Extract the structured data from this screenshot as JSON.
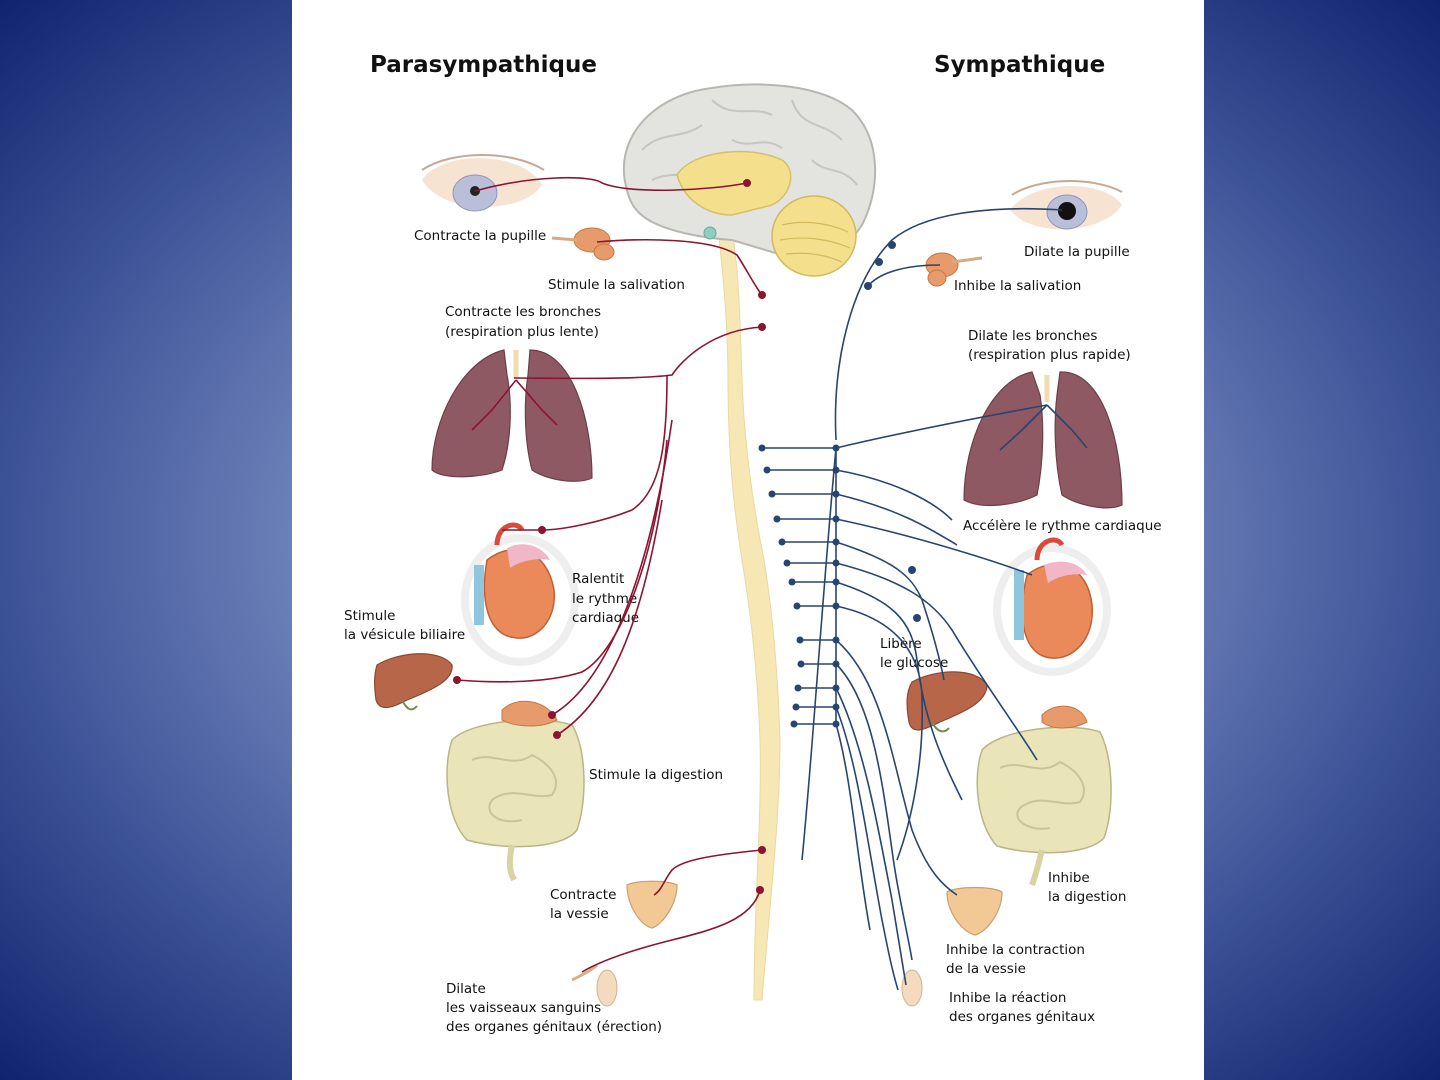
{
  "headings": {
    "left": "Parasympathique",
    "right": "Sympathique"
  },
  "parasympathetic_labels": {
    "pupil": "Contracte la pupille",
    "salivation": "Stimule la salivation",
    "bronchi_1": "Contracte les bronches",
    "bronchi_2": "(respiration plus lente)",
    "heart_1": "Ralentit",
    "heart_2": "le rythme",
    "heart_3": "cardiaque",
    "gallbladder_1": "Stimule",
    "gallbladder_2": "la vésicule biliaire",
    "digestion": "Stimule la digestion",
    "bladder_1": "Contracte",
    "bladder_2": "la vessie",
    "genital_1": "Dilate",
    "genital_2": "les vaisseaux sanguins",
    "genital_3": "des organes génitaux (érection)"
  },
  "sympathetic_labels": {
    "pupil": "Dilate la pupille",
    "salivation": "Inhibe la salivation",
    "bronchi_1": "Dilate les bronches",
    "bronchi_2": "(respiration plus rapide)",
    "heart": "Accélère le rythme cardiaque",
    "glucose_1": "Libère",
    "glucose_2": "le glucose",
    "digestion_1": "Inhibe",
    "digestion_2": "la digestion",
    "bladder_1": "Inhibe la contraction",
    "bladder_2": "de la vessie",
    "genital_1": "Inhibe la réaction",
    "genital_2": "des organes génitaux"
  },
  "colors": {
    "parasympathetic_nerve": "#8c1431",
    "sympathetic_nerve": "#27456f",
    "spinal_cord": "#f6e7b4",
    "background_center": "#a7b6dc",
    "background_edge": "#10246e"
  }
}
